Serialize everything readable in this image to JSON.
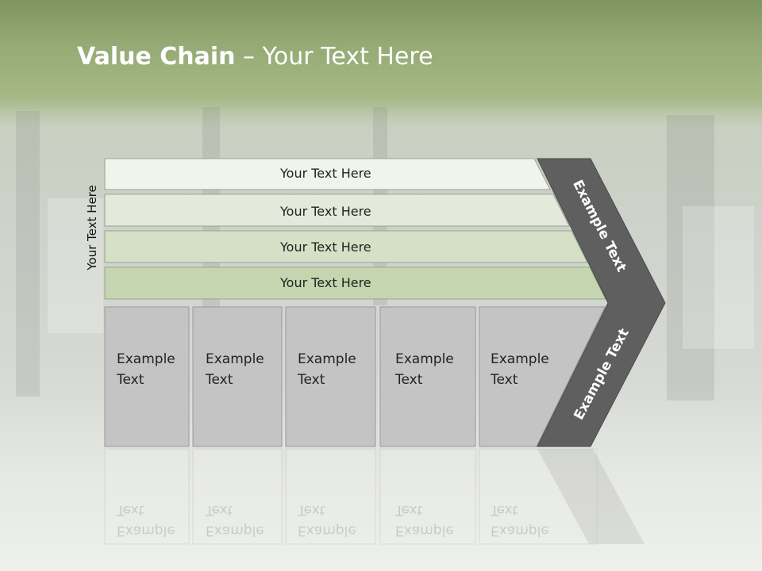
{
  "slide": {
    "title_bold": "Value Chain",
    "title_rest": " – Your Text Here",
    "side_label": "Your Text Here"
  },
  "bars": [
    {
      "label": "Your Text Here",
      "fill": "#f1f4ec"
    },
    {
      "label": "Your Text Here",
      "fill": "#e3eadb"
    },
    {
      "label": "Your Text Here",
      "fill": "#d5e0c7"
    },
    {
      "label": "Your Text Here",
      "fill": "#c5d5b0"
    }
  ],
  "boxes": [
    {
      "label_line1": "Example",
      "label_line2": "Text"
    },
    {
      "label_line1": "Example",
      "label_line2": "Text"
    },
    {
      "label_line1": "Example",
      "label_line2": "Text"
    },
    {
      "label_line1": "Example",
      "label_line2": "Text"
    },
    {
      "label_line1": "Example",
      "label_line2": "Text"
    }
  ],
  "chevron": {
    "upper_label": "Example Text",
    "lower_label": "Example Text",
    "fill": "#5f5f5f"
  },
  "colors": {
    "box_fill": "#c4c4c4",
    "box_border": "#9a9a9a",
    "header": "#93a873"
  }
}
